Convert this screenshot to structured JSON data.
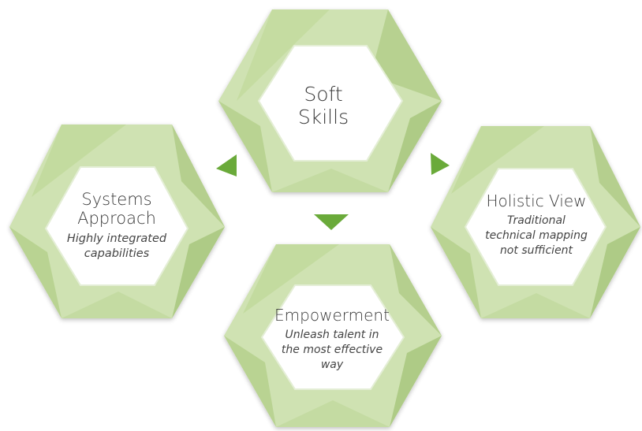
{
  "colors": {
    "hex_outer": "#cfe2b2",
    "hex_mid": "#bdd597",
    "hex_dark": "#a9c584",
    "inner": "#ffffff",
    "arrow": "#6aaa3a",
    "text": "#3a3a3a"
  },
  "nodes": {
    "soft_skills": {
      "title_line1": "Soft",
      "title_line2": "Skills"
    },
    "systems_approach": {
      "title_line1": "Systems",
      "title_line2": "Approach",
      "subtitle_line1": "Highly integrated",
      "subtitle_line2": "capabilities"
    },
    "holistic_view": {
      "title": "Holistic View",
      "subtitle_line1": "Traditional",
      "subtitle_line2": "technical mapping",
      "subtitle_line3": "not sufficient"
    },
    "empowerment": {
      "title": "Empowerment",
      "subtitle_line1": "Unleash talent in",
      "subtitle_line2": "the most effective",
      "subtitle_line3": "way"
    }
  }
}
